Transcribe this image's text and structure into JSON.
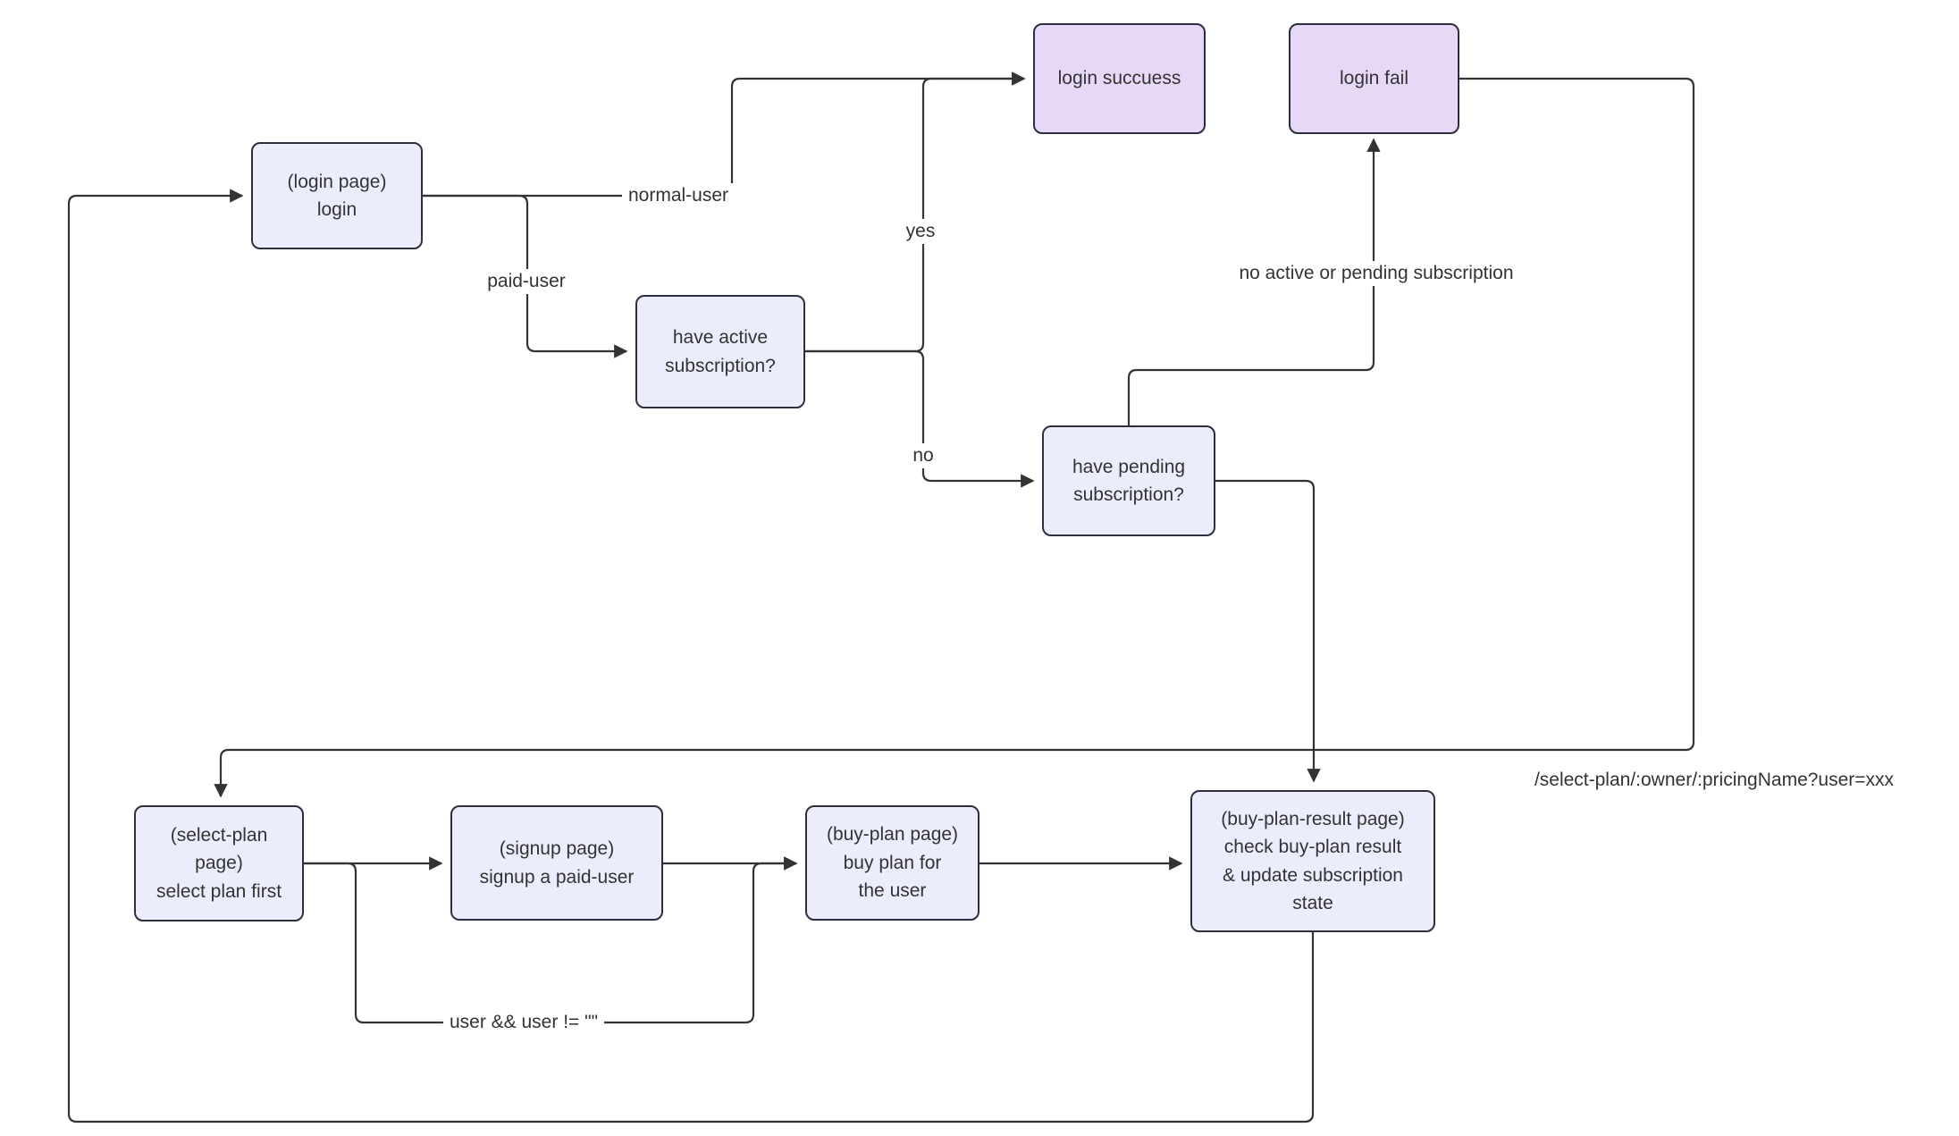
{
  "diagram": {
    "type": "flowchart",
    "nodes": {
      "login": {
        "label": "(login page)\nlogin"
      },
      "login_success": {
        "label": "login succuess"
      },
      "login_fail": {
        "label": "login fail"
      },
      "have_active": {
        "label": "have active\nsubscription?"
      },
      "have_pending": {
        "label": "have pending\nsubscription?"
      },
      "select_plan": {
        "label": "(select-plan\npage)\nselect plan first"
      },
      "signup": {
        "label": "(signup page)\nsignup a paid-user"
      },
      "buy_plan": {
        "label": "(buy-plan page)\nbuy plan for\nthe user"
      },
      "buy_plan_result": {
        "label": "(buy-plan-result page)\ncheck buy-plan result\n& update subscription\nstate"
      }
    },
    "edges": [
      {
        "from": "login",
        "to": "login_success",
        "label": "normal-user"
      },
      {
        "from": "login",
        "to": "have_active",
        "label": "paid-user"
      },
      {
        "from": "have_active",
        "to": "login_success",
        "label": "yes"
      },
      {
        "from": "have_active",
        "to": "have_pending",
        "label": "no"
      },
      {
        "from": "have_pending",
        "to": "login_fail",
        "label": "no active or pending subscription"
      },
      {
        "from": "login_fail",
        "to": "select_plan",
        "label": "/select-plan/:owner/:pricingName?user=xxx"
      },
      {
        "from": "have_pending",
        "to": "buy_plan_result",
        "label": ""
      },
      {
        "from": "select_plan",
        "to": "signup",
        "label": ""
      },
      {
        "from": "signup",
        "to": "buy_plan",
        "label": ""
      },
      {
        "from": "select_plan",
        "to": "buy_plan",
        "label": "user && user != \"\""
      },
      {
        "from": "buy_plan",
        "to": "buy_plan_result",
        "label": ""
      },
      {
        "from": "buy_plan_result",
        "to": "login",
        "label": ""
      }
    ],
    "colors": {
      "background": "#ffffff",
      "node_fill": "#ecedfc",
      "terminal_fill": "#e7d8f7",
      "node_border": "#2e2e3f",
      "line": "#333333",
      "text": "#333333"
    }
  }
}
